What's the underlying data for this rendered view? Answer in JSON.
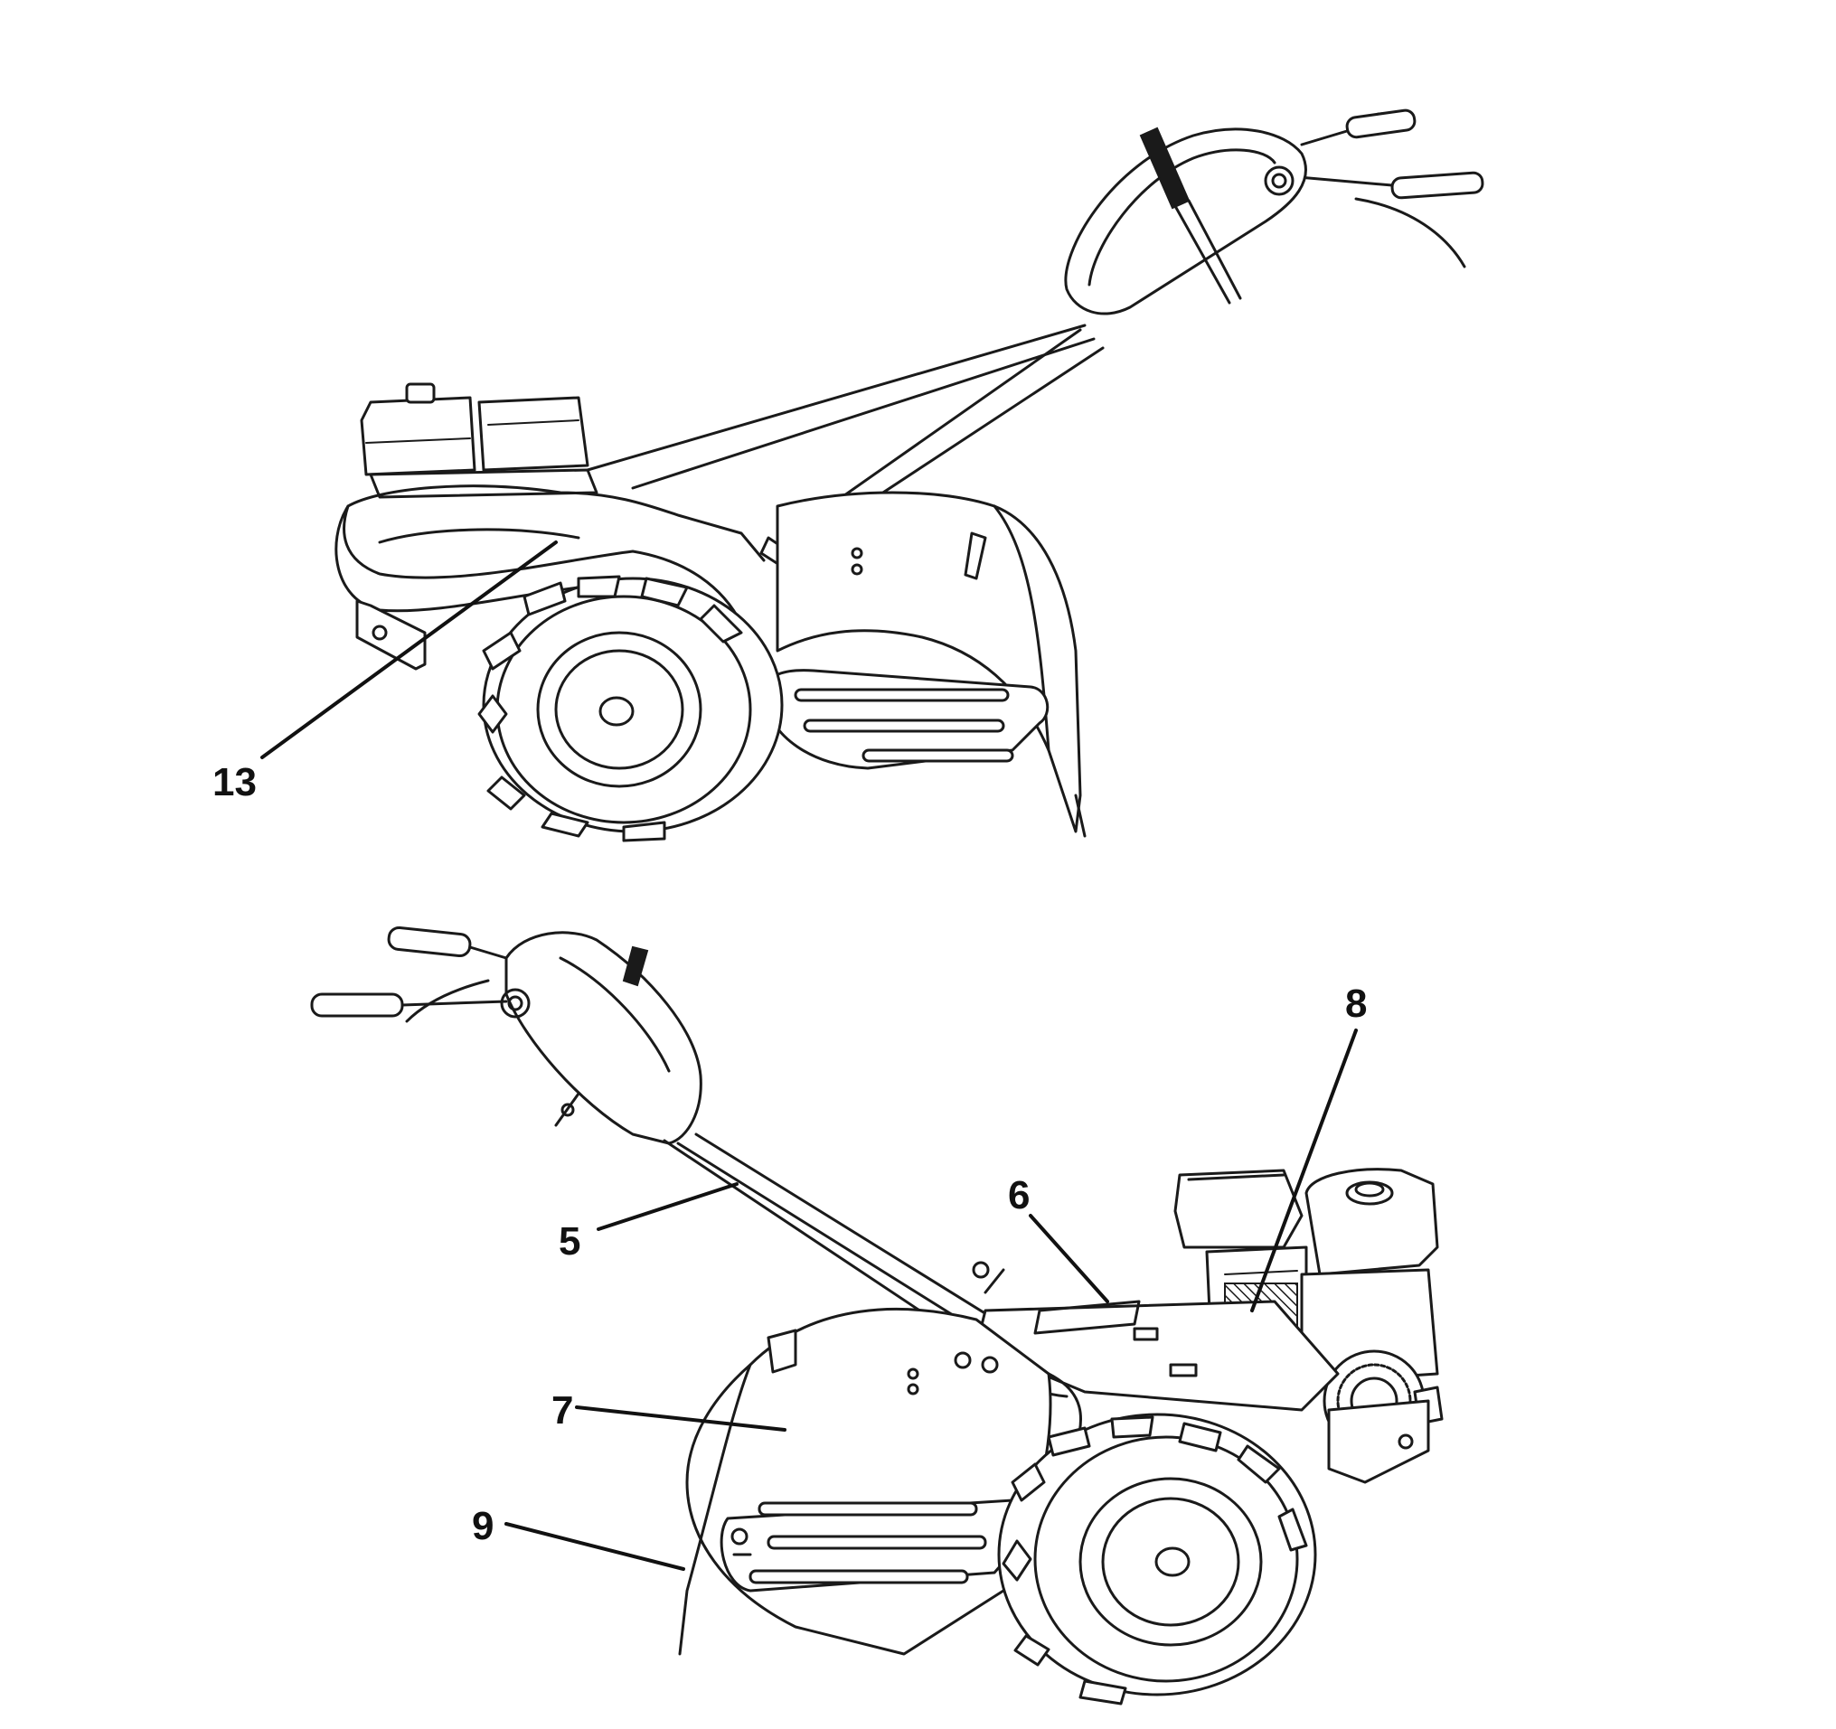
{
  "callouts": {
    "c13": "13",
    "c8": "8",
    "c6": "6",
    "c5": "5",
    "c7": "7",
    "c9": "9"
  },
  "colors": {
    "line": "#1a1a1a",
    "grip": "#1a1a1a",
    "background": "#ffffff"
  }
}
